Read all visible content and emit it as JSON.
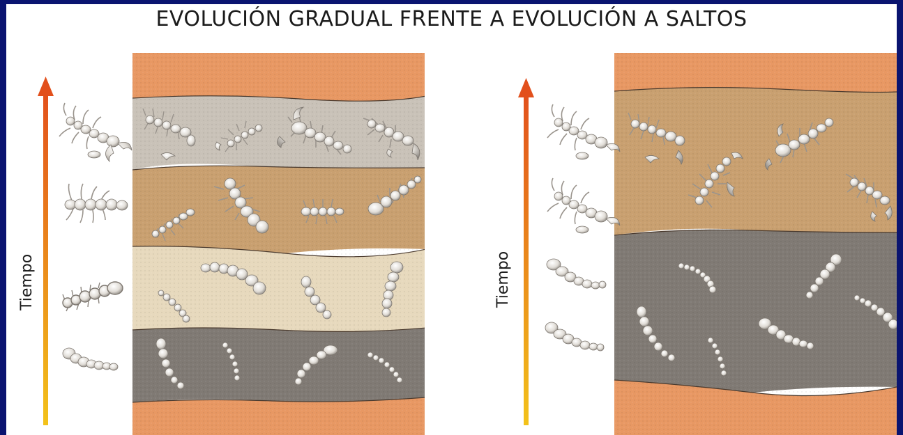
{
  "title": "EVOLUCIÓN GRADUAL FRENTE A EVOLUCIÓN A SALTOS",
  "panels": [
    {
      "id": "gradual",
      "axis_label": "Tiempo",
      "layers_top_to_bottom": [
        "orange-rock",
        "grey-limestone",
        "tan-sandstone",
        "cream-sandstone",
        "dark-grey-shale",
        "orange-rock"
      ],
      "organism_stage_per_layer": [
        "",
        "scorpion-like",
        "many-legged",
        "short-legged",
        "worm",
        ""
      ]
    },
    {
      "id": "saltos",
      "axis_label": "Tiempo",
      "layers_top_to_bottom": [
        "orange-rock",
        "tan-sandstone",
        "dark-grey-shale",
        "orange-rock"
      ],
      "organism_stage_per_layer": [
        "",
        "scorpion-like",
        "worm",
        ""
      ]
    }
  ],
  "colors": {
    "orange_rock": "#e89863",
    "grey_limestone": "#c9c2b8",
    "tan_sandstone": "#c9a070",
    "cream_sandstone": "#e7d9bd",
    "dark_shale": "#807a74",
    "arrow_top": "#e2501c",
    "arrow_bottom": "#f3c21a",
    "background_border": "#0a1470"
  }
}
